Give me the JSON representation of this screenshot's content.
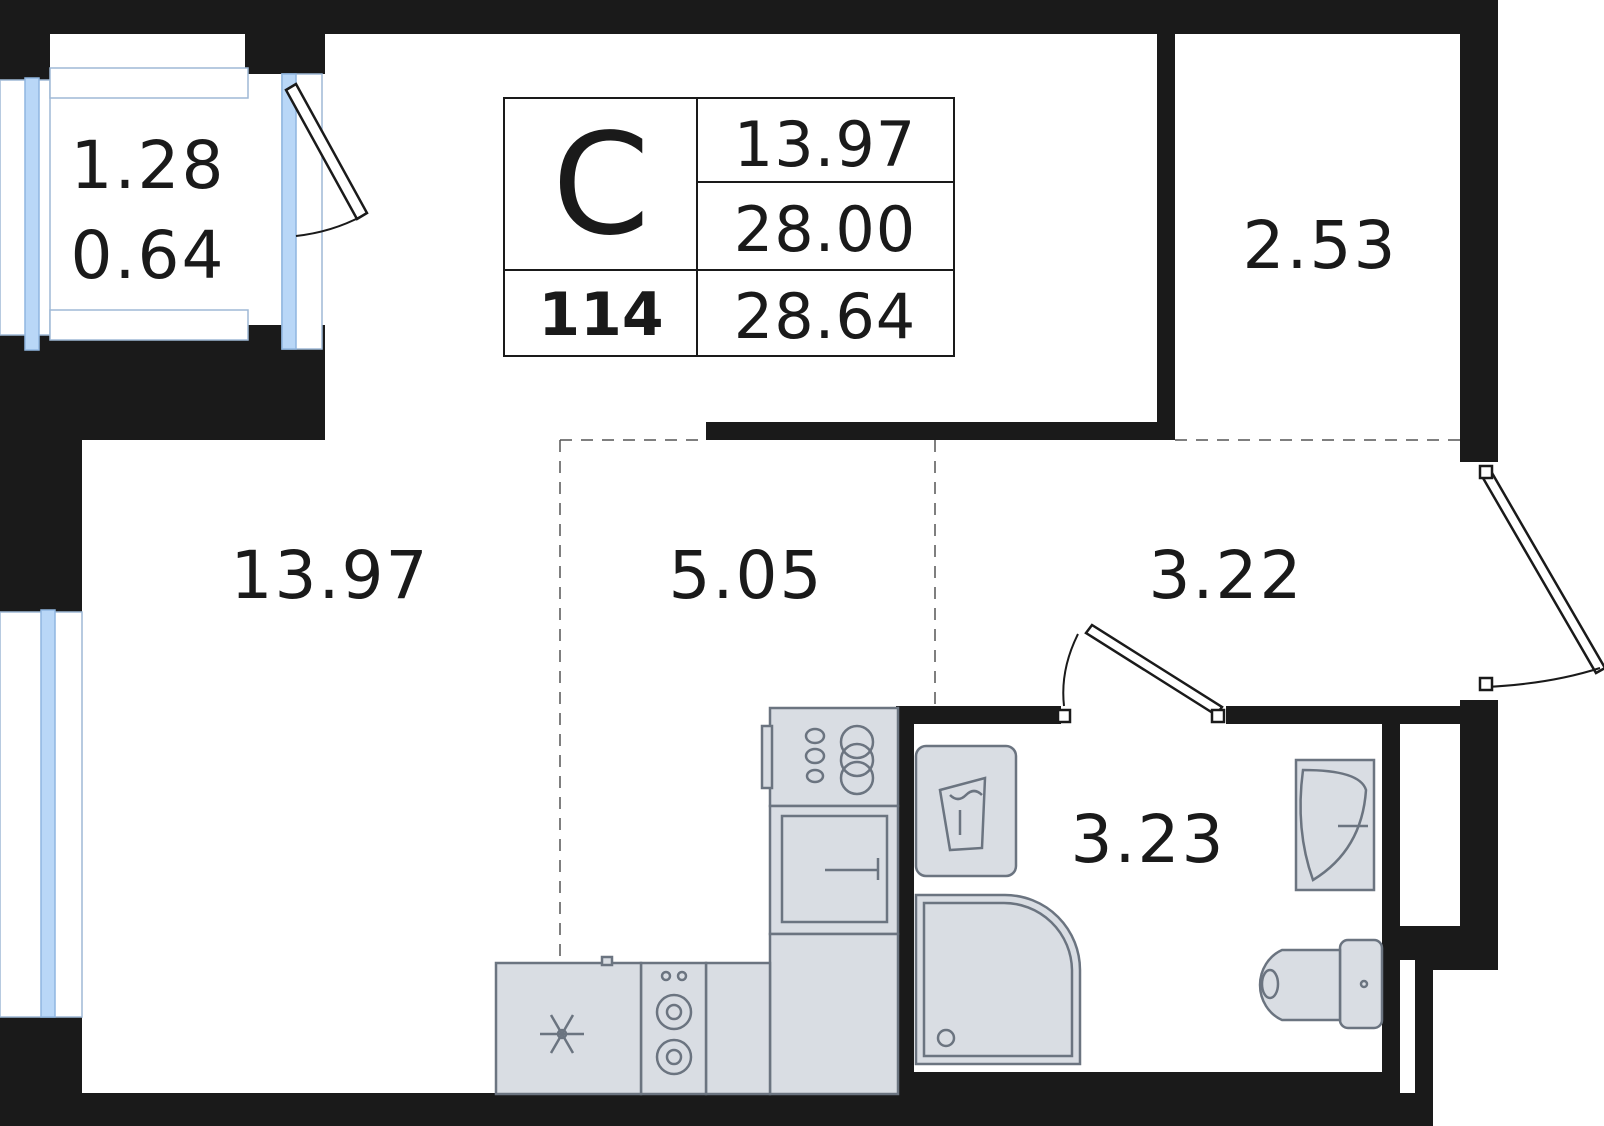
{
  "apartment": {
    "type_letter": "C",
    "number": "114",
    "living_area": "13.97",
    "total_area_without_balcony": "28.00",
    "total_area": "28.64"
  },
  "rooms": {
    "balcony_area": "1.28",
    "balcony_reduced_area": "0.64",
    "storage_area": "2.53",
    "living_room_area": "13.97",
    "kitchen_area": "5.05",
    "hallway_area": "3.22",
    "bathroom_area": "3.23"
  },
  "colors": {
    "wall": "#1a1a1a",
    "glass": "#b9d7f7",
    "fixture_fill": "#d9dde3",
    "fixture_stroke": "#6b7480"
  },
  "icons": [
    "snowflake-icon"
  ]
}
